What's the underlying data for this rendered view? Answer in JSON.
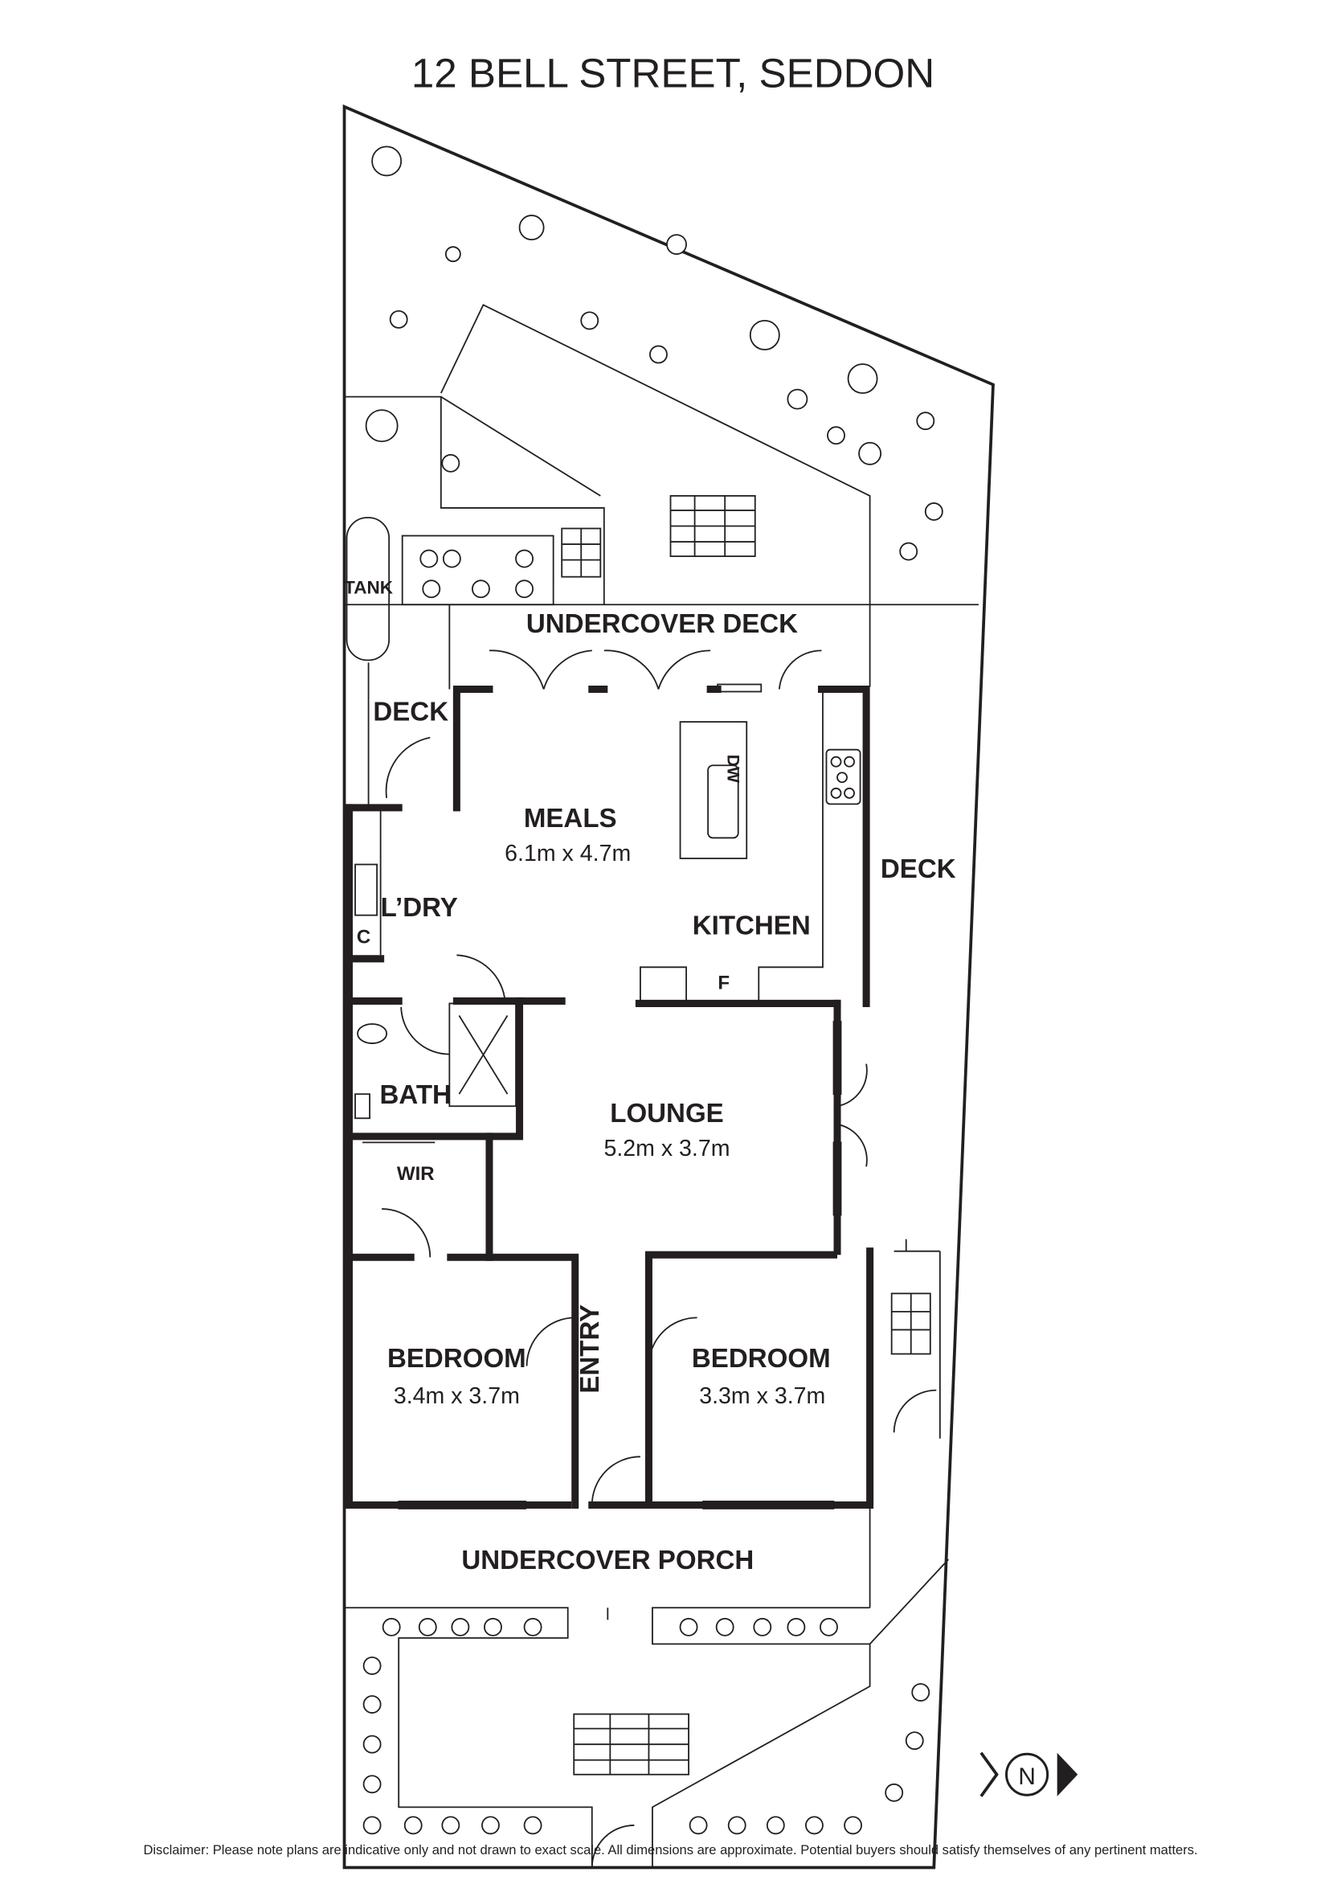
{
  "title": "12 BELL STREET, SEDDON",
  "rooms": {
    "undercover_deck": "UNDERCOVER DECK",
    "deck_left": "DECK",
    "deck_right": "DECK",
    "tank": "TANK",
    "meals": {
      "name": "MEALS",
      "size": "6.1m x 4.7m"
    },
    "kitchen": "KITCHEN",
    "dishwasher": "DW",
    "fridge": "F",
    "laundry": "L’DRY",
    "cupboard": "C",
    "bath": "BATH",
    "wir": "WIR",
    "lounge": {
      "name": "LOUNGE",
      "size": "5.2m x 3.7m"
    },
    "bedroom1": {
      "name": "BEDROOM",
      "size": "3.4m x 3.7m"
    },
    "bedroom2": {
      "name": "BEDROOM",
      "size": "3.3m x 3.7m"
    },
    "entry": "ENTRY",
    "undercover_porch": "UNDERCOVER PORCH"
  },
  "compass": "N",
  "disclaimer": "Disclaimer: Please note plans are indicative only and not drawn to exact scale. All dimensions are approximate. Potential buyers should satisfy themselves of any pertinent matters."
}
